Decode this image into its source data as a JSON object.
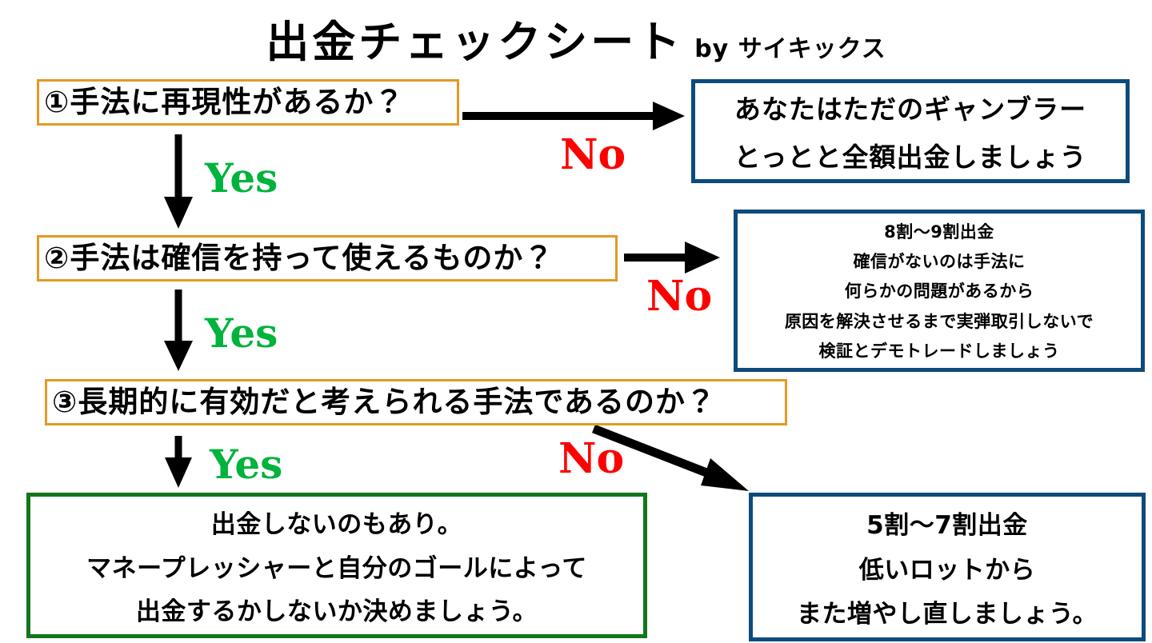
{
  "header": {
    "title_main": "出金チェックシート",
    "title_by": "by サイキックス"
  },
  "colors": {
    "question_border": "#E39A24",
    "outcome_blue_border": "#0C4B7C",
    "outcome_green_border": "#13761B",
    "yes_label": "#00B33C",
    "no_label": "#FF0000",
    "arrow": "#000000",
    "background": "#FFFFFF"
  },
  "labels": {
    "yes": "Yes",
    "no": "No"
  },
  "questions": [
    {
      "id": "q1",
      "text": "①手法に再現性があるか？"
    },
    {
      "id": "q2",
      "text": "②手法は確信を持って使えるものか？"
    },
    {
      "id": "q3",
      "text": "③長期的に有効だと考えられる手法であるのか？"
    }
  ],
  "outcomes": {
    "gambler": {
      "border_color": "#0C4B7C",
      "lines": [
        "あなたはただのギャンブラー",
        "とっとと全額出金しましょう"
      ]
    },
    "withdraw_80_90": {
      "border_color": "#0C4B7C",
      "lines": [
        "8割〜9割出金",
        "確信がないのは手法に",
        "何らかの問題があるから",
        "原因を解決させるまで実弾取引しないで",
        "検証とデモトレードしましょう"
      ]
    },
    "no_withdraw": {
      "border_color": "#13761B",
      "lines": [
        "出金しないのもあり。",
        "マネープレッシャーと自分のゴールによって",
        "出金するかしないか決めましょう。"
      ]
    },
    "withdraw_50_70": {
      "border_color": "#0C4B7C",
      "lines": [
        "5割〜7割出金",
        "低いロットから",
        "また増やし直しましょう。"
      ]
    }
  },
  "chart_data": {
    "type": "flowchart",
    "title": "出金チェックシート by サイキックス",
    "nodes": [
      {
        "id": "q1",
        "kind": "decision",
        "label": "①手法に再現性があるか？"
      },
      {
        "id": "q2",
        "kind": "decision",
        "label": "②手法は確信を持って使えるものか？"
      },
      {
        "id": "q3",
        "kind": "decision",
        "label": "③長期的に有効だと考えられる手法であるのか？"
      },
      {
        "id": "gambler",
        "kind": "outcome",
        "label": "あなたはただのギャンブラー とっとと全額出金しましょう"
      },
      {
        "id": "withdraw_80_90",
        "kind": "outcome",
        "label": "8割〜9割出金 確信がないのは手法に 何らかの問題があるから 原因を解決させるまで実弾取引しないで 検証とデモトレードしましょう"
      },
      {
        "id": "no_withdraw",
        "kind": "outcome",
        "label": "出金しないのもあり。 マネープレッシャーと自分のゴールによって 出金するかしないか決めましょう。"
      },
      {
        "id": "withdraw_50_70",
        "kind": "outcome",
        "label": "5割〜7割出金 低いロットから また増やし直しましょう。"
      }
    ],
    "edges": [
      {
        "from": "q1",
        "to": "gambler",
        "label": "No"
      },
      {
        "from": "q1",
        "to": "q2",
        "label": "Yes"
      },
      {
        "from": "q2",
        "to": "withdraw_80_90",
        "label": "No"
      },
      {
        "from": "q2",
        "to": "q3",
        "label": "Yes"
      },
      {
        "from": "q3",
        "to": "withdraw_50_70",
        "label": "No"
      },
      {
        "from": "q3",
        "to": "no_withdraw",
        "label": "Yes"
      }
    ]
  }
}
